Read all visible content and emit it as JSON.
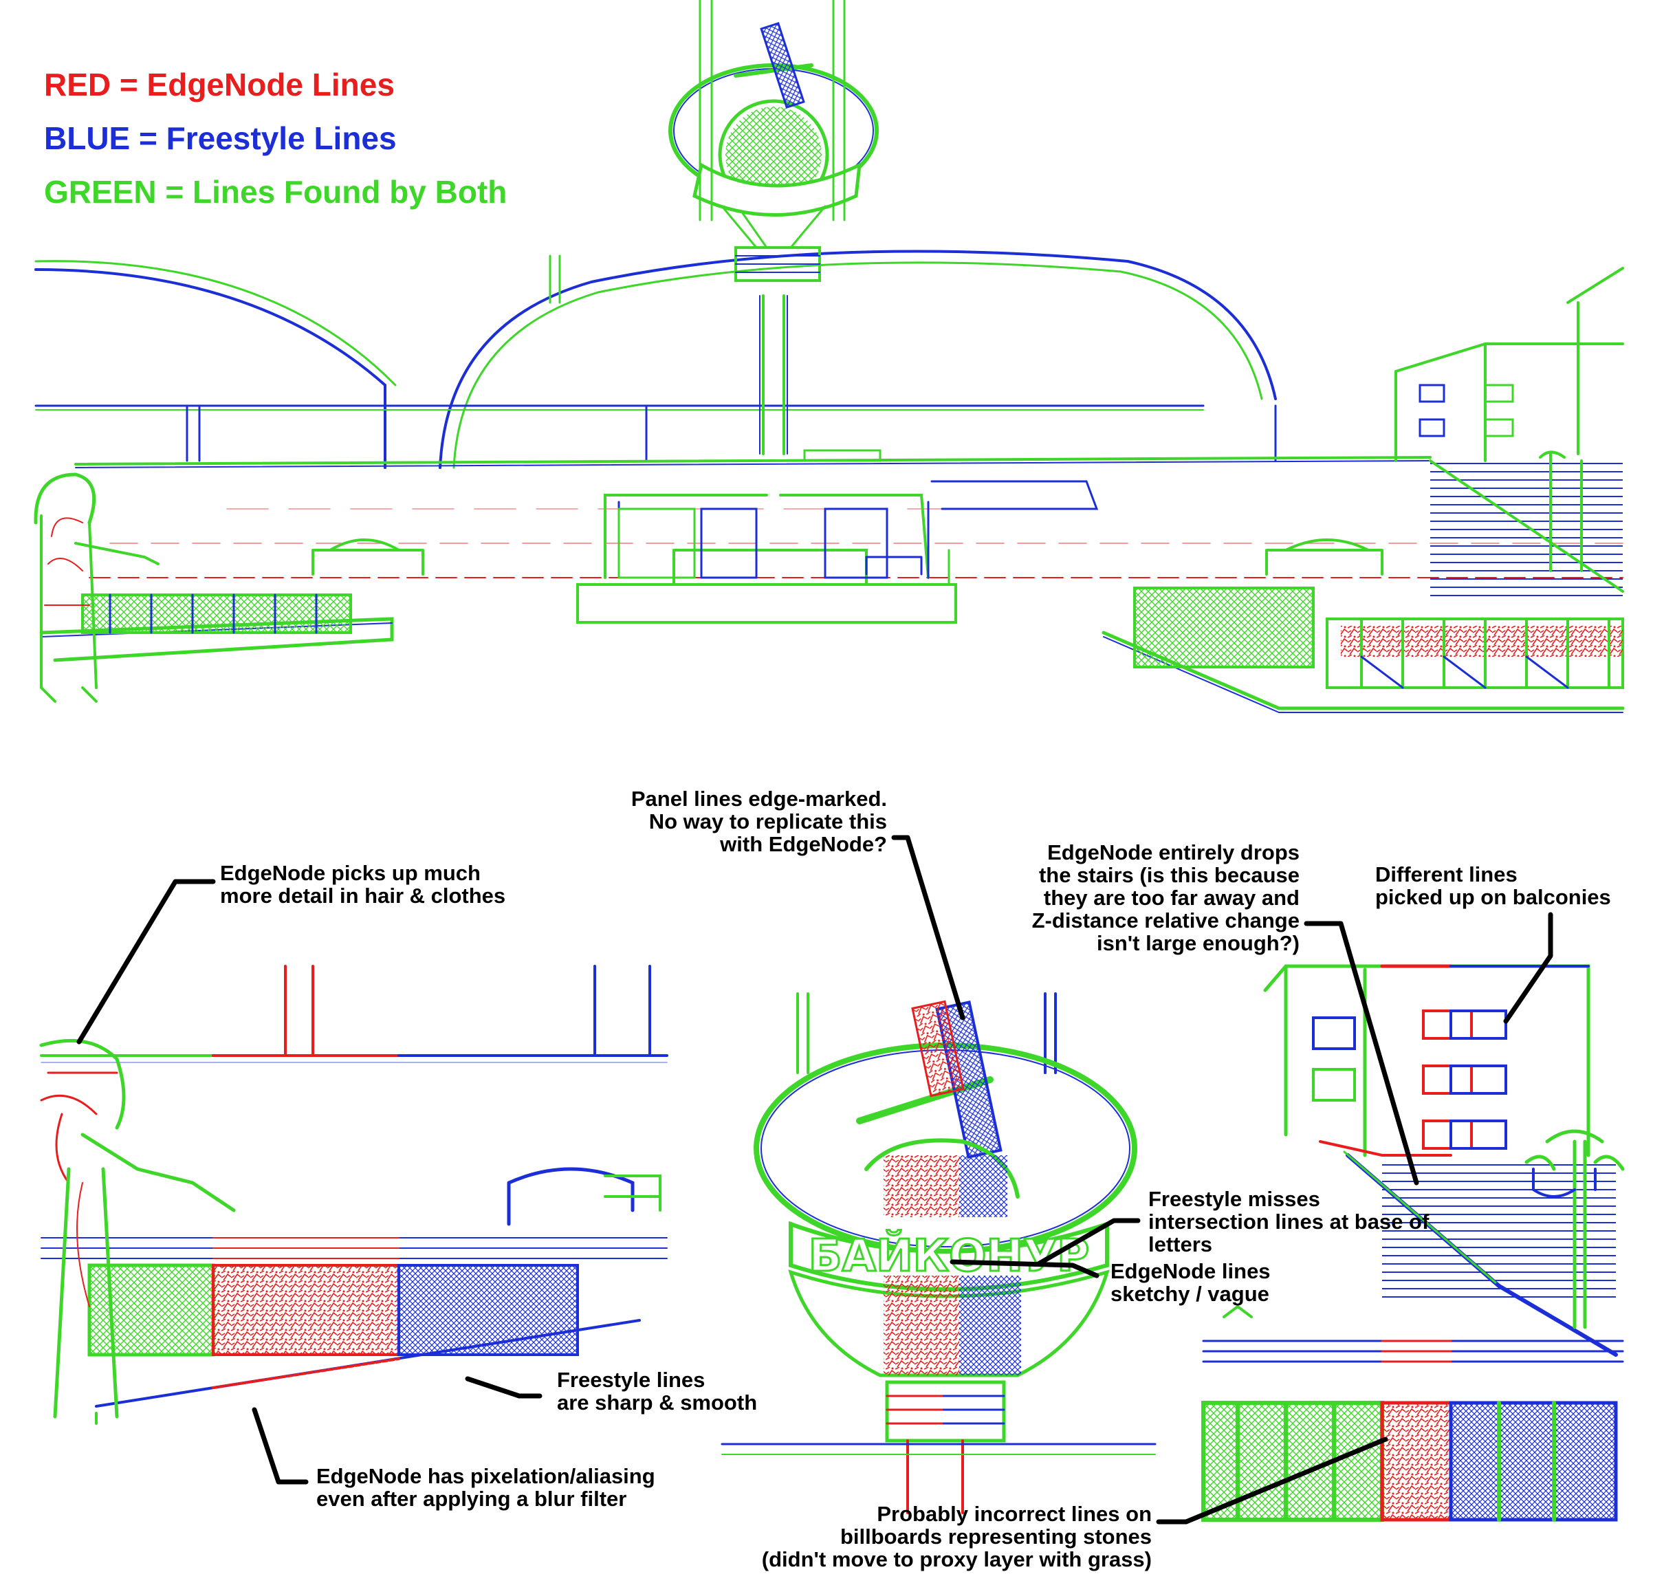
{
  "legend": {
    "red": {
      "text": "RED = EdgeNode Lines",
      "color": "#e81e1e"
    },
    "blue": {
      "text": "BLUE = Freestyle Lines",
      "color": "#1c2fd6"
    },
    "green": {
      "text": "GREEN = Lines Found by Both",
      "color": "#3fd62a"
    }
  },
  "scene": {
    "sign_text": "БАЙКОНУР"
  },
  "annotations": {
    "hair_clothes": "EdgeNode picks up much\nmore detail in hair & clothes",
    "panel_lines": "Panel lines edge-marked.\nNo way to replicate this\nwith EdgeNode?",
    "stairs": "EdgeNode entirely drops\nthe stairs (is this because\nthey are too far away and\nZ-distance relative change\nisn't large enough?)",
    "balconies": "Different lines\npicked up on balconies",
    "intersection": "Freestyle misses\nintersection lines at base of\nletters",
    "sketchy": "EdgeNode lines\nsketchy / vague",
    "sharp_smooth": "Freestyle lines\nare sharp & smooth",
    "pixelation": "EdgeNode has pixelation/aliasing\neven after applying a blur filter",
    "billboards": "Probably incorrect lines on\nbillboards representing stones\n(didn't move to proxy layer with grass)"
  }
}
